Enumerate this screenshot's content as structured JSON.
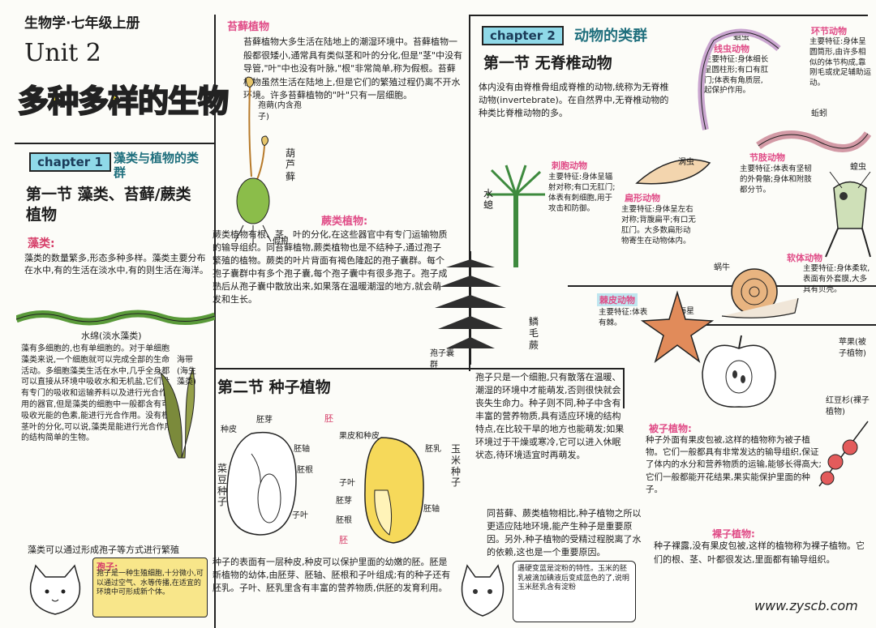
{
  "header": {
    "subject": "生物学·七年级上册",
    "unit": "Unit 2",
    "title": "多种多样的生物"
  },
  "chapter1": {
    "tag": "chapter 1",
    "title": "藻类与植物的类群",
    "section1_title": "第一节 藻类、苔藓/蕨类植物",
    "algae_head": "藻类:",
    "algae_text": "藻类的数量繁多,形态多种多样。藻类主要分布在水中,有的生活在淡水中,有的则生活在海洋。",
    "shuimian_label": "水绵(淡水藻类)",
    "algae_cells_text": "藻有多细胞的,也有单细胞的。对于单细胞藻类来说,一个细胞就可以完成全部的生命活动。多细胞藻类生活在水中,几乎全身都可以直接从环境中吸收水和无机盐,它们没有专门的吸收和运输养料以及进行光合作用的器官,但是藻类的细胞中一般都含有可吸收光能的色素,能进行光合作用。没有根茎叶的分化,可以说,藻类是能进行光合作用的结构简单的生物。",
    "algae_repro": "藻类可以通过形成孢子等方式进行繁殖",
    "haidai_label": "海带(海生藻类)",
    "spore_label": "孢子:",
    "spore_text": "孢子是一种生殖细胞,十分微小,可以通过空气、水等传播,在适宜的环境中可形成新个体。"
  },
  "moss": {
    "head": "苔藓植物",
    "text": "苔藓植物大多生活在陆地上的潮湿环境中。苔藓植物一般都很矮小,通常具有类似茎和叶的分化,但是\"茎\"中没有导管,\"叶\"中也没有叶脉,\"根\"非常简单,称为假根。苔藓植物虽然生活在陆地上,但是它们的繁殖过程仍离不开水环境。许多苔藓植物的\"叶\"只有一层细胞。",
    "label_capsule": "孢蒴(内含孢子)",
    "label_moss": "葫芦藓",
    "label_rhizoid": "假根"
  },
  "fern": {
    "head": "蕨类植物:",
    "text": "蕨类植物有根、茎、叶的分化,在这些器官中有专门运输物质的输导组织。同苔藓植物,蕨类植物也是不结种子,通过孢子繁殖的植物。蕨类的叶片背面有褐色隆起的孢子囊群。每个孢子囊群中有多个孢子囊,每个孢子囊中有很多孢子。孢子成熟后从孢子囊中散放出来,如果落在温暖潮湿的地方,就会萌发和生长。",
    "label_fern": "鳞毛蕨",
    "label_sorus": "孢子囊群"
  },
  "seed": {
    "section_title": "第二节 种子植物",
    "bean_label": "菜豆种子",
    "bean_parts": [
      "种皮",
      "胚芽",
      "胚轴",
      "胚根",
      "子叶",
      "胚"
    ],
    "corn_label": "玉米种子",
    "corn_parts": [
      "果皮和种皮",
      "胚乳",
      "子叶",
      "胚芽",
      "胚轴",
      "胚根",
      "胚"
    ],
    "seed_text": "种子的表面有一层种皮,种皮可以保护里面的幼嫩的胚。胚是新植物的幼体,由胚芽、胚轴、胚根和子叶组成;有的种子还有胚乳。子叶、胚乳里含有丰富的营养物质,供胚的发育利用。",
    "spore_compare": "孢子只是一个细胞,只有散落在温暖、潮湿的环境中才能萌发,否则很快就会丧失生命力。种子则不同,种子中含有丰富的营养物质,具有适应环境的结构特点,在比较干旱的地方也能萌发;如果环境过于干燥或寒冷,它可以进入休眠状态,待环境适宜时再萌发。",
    "compare_text": "同苔藓、蕨类植物相比,种子植物之所以更适应陆地环境,能产生种子是重要原因。另外,种子植物的受精过程脱离了水的依赖,这也是一个重要原因。",
    "angio_head": "被子植物:",
    "angio_text": "种子外面有果皮包被,这样的植物称为被子植物。它们一般都具有非常发达的输导组织,保证了体内的水分和营养物质的运输,能够长得高大;它们一般都能开花结果,果实能保护里面的种子。",
    "gymno_head": "裸子植物:",
    "gymno_text": "种子裸露,没有果皮包被,这样的植物称为裸子植物。它们的根、茎、叶都很发达,里面都有输导组织。",
    "apple_label": "苹果(被子植物)",
    "yew_label": "红豆杉(裸子植物)",
    "cat_note": "遇硬变蓝是淀粉的特性。玉米的胚乳被滴加碘液后变成蓝色的了,说明玉米胚乳含有淀粉"
  },
  "chapter2": {
    "tag": "chapter 2",
    "title": "动物的类群",
    "section1_title": "第一节 无脊椎动物",
    "intro": "体内没有由脊椎骨组成脊椎的动物,统称为无脊椎动物(invertebrate)。在自然界中,无脊椎动物的种类比脊椎动物的多。",
    "cnidaria_head": "刺胞动物",
    "cnidaria_text": "主要特征:身体呈辐射对称;有口无肛门;体表有刺细胞,用于攻击和防御。",
    "hydra_label": "水螅",
    "flatworm_head": "扁形动物",
    "flatworm_text": "主要特征:身体呈左右对称;背腹扁平;有口无肛门。大多数扁形动物寄生在动物体内。",
    "fluke_label": "涡虫",
    "roundworm_head": "线虫动物",
    "roundworm_text": "主要特征:身体细长呈圆柱形;有口有肛门;体表有角质层,起保护作用。",
    "roundworm_label": "蛔虫",
    "annelid_head": "环节动物",
    "annelid_text": "主要特征:身体呈圆筒形,由许多相似的体节构成,靠刚毛或疣足辅助运动。",
    "earthworm_label": "蚯蚓",
    "arthropod_head": "节肢动物",
    "arthropod_text": "主要特征:体表有坚韧的外骨骼;身体和附肢都分节。",
    "grasshopper_label": "蝗虫",
    "mollusk_head": "软体动物",
    "mollusk_text": "主要特征:身体柔软,表面有外套膜,大多具有贝壳。",
    "snail_label": "蜗牛",
    "echinoderm_head": "棘皮动物",
    "echinoderm_text": "主要特征:体表有棘。",
    "starfish_label": "海星"
  },
  "watermark": "www.zyscb.com",
  "colors": {
    "cyan": "#8fd9e8",
    "pink": "#e04c87",
    "yellow": "#f8e68a",
    "ink": "#222222"
  }
}
